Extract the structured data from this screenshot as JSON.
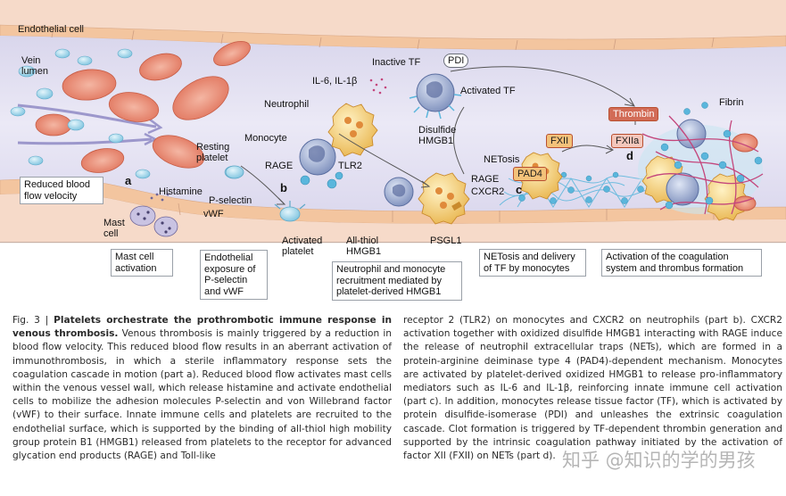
{
  "figure": {
    "labels": {
      "endothelial_cell": "Endothelial cell",
      "vein_lumen": "Vein\nlumen",
      "inactive_tf": "Inactive TF",
      "pdi": "PDI",
      "activated_tf": "Activated TF",
      "il6_il1b": "IL-6, IL-1β",
      "neutrophil": "Neutrophil",
      "disulfide_hmgb1": "Disulfide\nHMGB1",
      "thrombin": "Thrombin",
      "fibrin": "Fibrin",
      "resting_platelet": "Resting\nplatelet",
      "monocyte": "Monocyte",
      "rage_left": "RAGE",
      "tlr2": "TLR2",
      "netosis": "NETosis",
      "fxii": "FXII",
      "fxiia": "FXIIa",
      "pad4": "PAD4",
      "rage_right": "RAGE",
      "cxcr2": "CXCR2",
      "reduced_blood_flow_velocity": "Reduced blood\nflow velocity",
      "histamine": "Histamine",
      "p_selectin": "P-selectin",
      "vwf": "vWF",
      "mast_cell": "Mast\ncell",
      "activated_platelet": "Activated\nplatelet",
      "all_thiol_hmgb1": "All-thiol\nHMGB1",
      "psgl1": "PSGL1",
      "part_a": "a",
      "part_b": "b",
      "part_c": "c",
      "part_d": "d"
    },
    "captions": {
      "mast_cell_activation": "Mast cell\nactivation",
      "endothelial_exposure": "Endothelial\nexposure of\nP-selectin\nand vWF",
      "recruitment": "Neutrophil and monocyte\nrecruitment mediated by\nplatelet-derived HMGB1",
      "netosis_delivery": "NETosis and delivery\nof TF by monocytes",
      "coagulation": "Activation of the coagulation\nsystem and thrombus formation"
    },
    "colors": {
      "lumen": "#e4e2f2",
      "vessel_wall": "#f5d3c3",
      "endothelium_top": "#f4c9a8",
      "rbc": "#e8826a",
      "platelet": "#8fcde6",
      "monocyte": "#8ea2cc",
      "neutrophil": "#f3d57a",
      "net": "#5ab6dc",
      "fibrin": "#c4467c"
    }
  },
  "caption": {
    "fig_label": "Fig. 3 | ",
    "title": "Platelets orchestrate the prothrombotic immune response in venous thrombosis.",
    "left_text": "Venous thrombosis is mainly triggered by a reduction in blood flow velocity. This reduced blood flow results in an aberrant activation of immunothrombosis, in which a sterile inflammatory response sets the coagulation cascade in motion (part a). Reduced blood flow activates mast cells within the venous vessel wall, which release histamine and activate endothelial cells to mobilize the adhesion molecules P-selectin and von Willebrand factor (vWF) to their surface. Innate immune cells and platelets are recruited to the endothelial surface, which is supported by the binding of all-thiol high mobility group protein B1 (HMGB1) released from platelets to the receptor for advanced glycation end products (RAGE) and Toll-like",
    "right_text": "receptor 2 (TLR2) on monocytes and CXCR2 on neutrophils (part b). CXCR2 activation together with oxidized disulfide HMGB1 interacting with RAGE induce the release of neutrophil extracellular traps (NETs), which are formed in a protein-arginine deiminase type 4 (PAD4)-dependent mechanism. Monocytes are activated by platelet-derived oxidized HMGB1 to release pro-inflammatory mediators such as IL-6 and IL-1β, reinforcing innate immune cell activation (part c). In addition, monocytes release tissue factor (TF), which is activated by protein disulfide-isomerase (PDI) and unleashes the extrinsic coagulation cascade. Clot formation is triggered by TF-dependent thrombin generation and supported by the intrinsic coagulation pathway initiated by the activation of factor XII (FXII) on NETs (part d)."
  },
  "watermark": "知乎 @知识的学的男孩"
}
